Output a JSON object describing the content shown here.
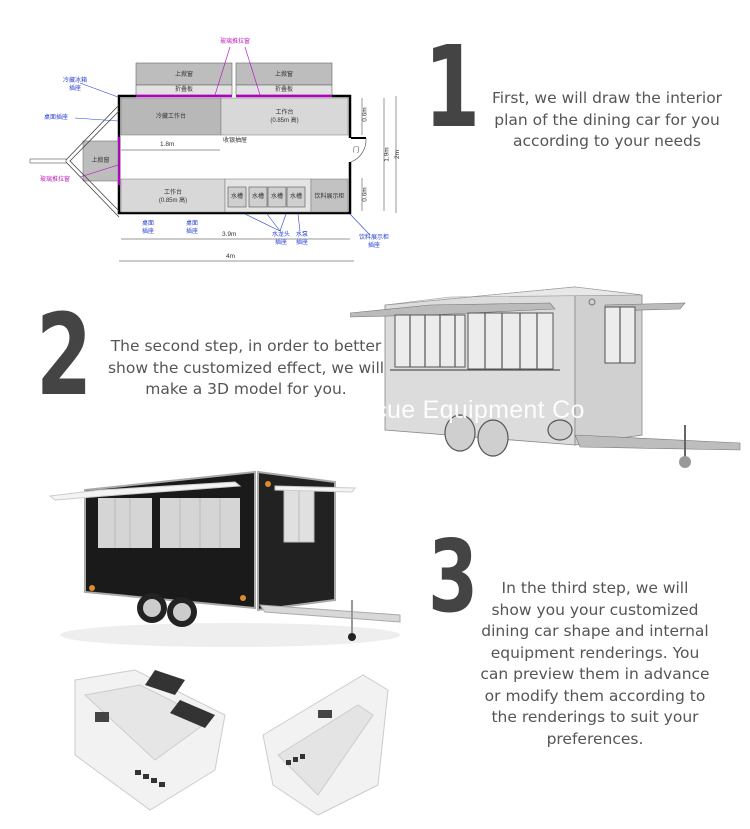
{
  "steps": [
    {
      "number": "1",
      "text_lines": [
        "First, we will draw the interior",
        "plan of the dining car for you",
        "according to your needs"
      ]
    },
    {
      "number": "2",
      "text_lines": [
        "The second step, in order to better",
        "show the customized effect, we will",
        "make a 3D model for you."
      ]
    },
    {
      "number": "3",
      "text_lines": [
        "In the third step, we will",
        "show you your customized",
        "dining car shape and internal",
        "equipment renderings. You",
        "can preview them in advance",
        "or modify them according to",
        "the renderings to suit your",
        "preferences."
      ]
    }
  ],
  "floor_plan": {
    "labels": {
      "upper_window_left": "上掀窗",
      "upper_window_right": "上掀窗",
      "folding_board_left": "折叠板",
      "folding_board_right": "折叠板",
      "glass_sliding_window_top": "玻璃推拉窗",
      "glass_sliding_window_left": "玻璃推拉窗",
      "fridge_bench": "冷藏工作台",
      "workbench_top": "工作台",
      "workbench_top_height": "(0.85m 高)",
      "cashier_drawer": "收银抽屉",
      "door": "门",
      "hitch_window": "上掀窗",
      "workbench_bottom": "工作台",
      "workbench_bottom_height": "(0.85m 高)",
      "sinks": [
        "水槽",
        "水槽",
        "水槽",
        "水槽"
      ],
      "drink_display": "饮料展示柜"
    },
    "notes": {
      "fridge_socket": "冷藏冰箱\n插座",
      "table_socket_left": "桌面插座",
      "table_socket_1": "桌面\n插座",
      "table_socket_2": "桌面\n插座",
      "faucet_socket": "水龙头\n插座",
      "pump_socket": "水泵\n插座",
      "drink_display_socket": "饮料展示柜\n插座"
    },
    "dimensions": {
      "inner_length_part": "1.8m",
      "inner_length": "3.9m",
      "outer_length": "4m",
      "top_depth": "0.6m",
      "bottom_depth": "0.6m",
      "inner_width": "1.9m",
      "outer_width": "2m"
    },
    "colors": {
      "wall": "#000000",
      "window_line": "#b000c0",
      "bench_dark": "#b8b8b8",
      "bench_light": "#d8d8d8",
      "note_blue": "#2b3fd6"
    }
  },
  "watermark": "ecue Equipment Co"
}
